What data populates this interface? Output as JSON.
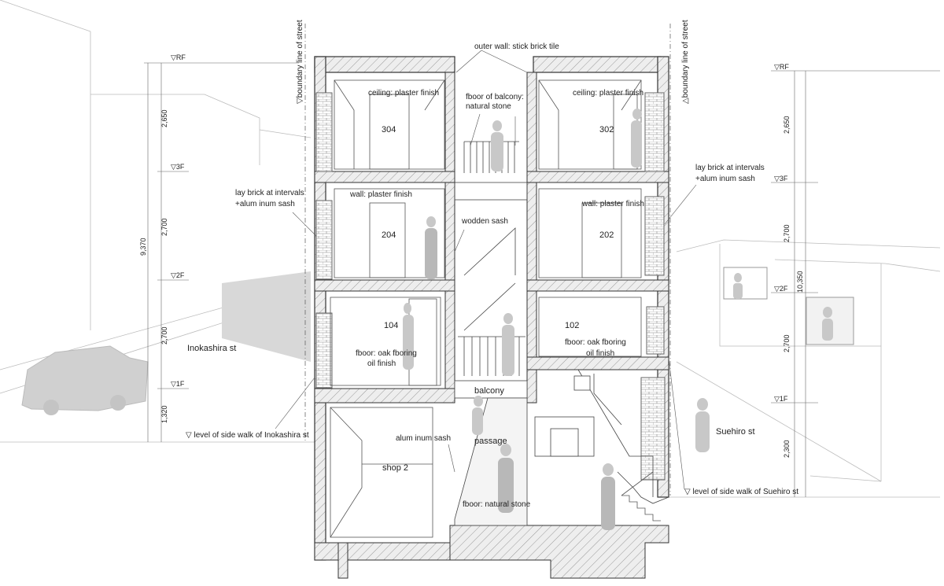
{
  "labels": {
    "outer_wall": "outer wall:  stick brick tile",
    "boundary_left": "▽boundary line of street",
    "boundary_right": "△boundary line of street",
    "balcony_floor_1": "fboor of balcony:",
    "balcony_floor_2": "natural stone",
    "ceiling_left": "ceiling:  plaster finish",
    "ceiling_right": "ceiling:  plaster finish",
    "room_304": "304",
    "room_302": "302",
    "lay_brick_left_1": "lay brick at intervals",
    "lay_brick_left_2": "+alum inum  sash",
    "lay_brick_right_1": "lay brick at intervals",
    "lay_brick_right_2": "+alum inum  sash",
    "wall_left": "wall:  plaster finish",
    "wall_right": "wall:  plaster finish",
    "wood_sash": "wodden sash",
    "room_204": "204",
    "room_202": "202",
    "room_104": "104",
    "room_102": "102",
    "floor_left_1": "fboor:  oak fboring",
    "floor_left_2": "oil finish",
    "floor_right_1": "fboor:  oak fboring",
    "floor_right_2": "oil finish",
    "balcony": "balcony",
    "passage": "passage",
    "aluminum_sash": "alum inum  sash",
    "shop": "shop  2",
    "floor_stone": "fboor:  natural stone",
    "street_left": "Inokashira  st",
    "street_right": "Suehiro  st",
    "sidewalk_left": "▽  level of side walk of Inokashira st",
    "sidewalk_right": "▽  level of side walk of Suehiro st"
  },
  "left_levels": {
    "rf": "▽RF",
    "f3": "▽3F",
    "f2": "▽2F",
    "f1": "▽1F",
    "d1": "2,650",
    "d2": "2,700",
    "d3": "2,700",
    "d4": "1,320",
    "total": "9,370"
  },
  "right_levels": {
    "rf": "▽RF",
    "f3": "▽3F",
    "f2": "▽2F",
    "f1": "▽1F",
    "d1": "2,650",
    "d2": "2,700",
    "d3": "2,700",
    "d4": "2,300",
    "total": "10,350"
  }
}
